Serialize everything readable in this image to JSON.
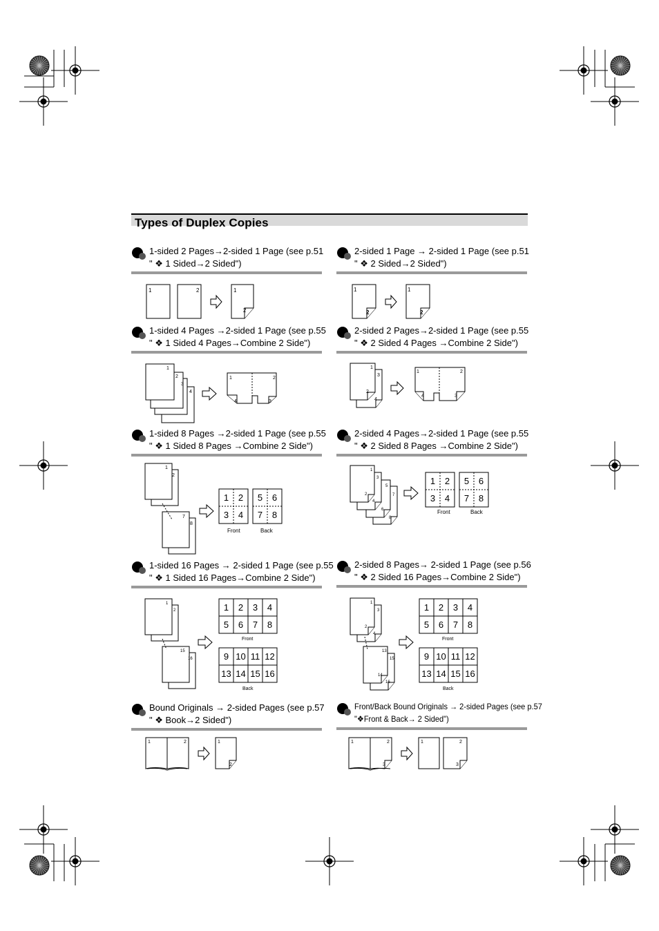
{
  "page": {
    "title": "Types of Duplex Copies"
  },
  "sections": [
    {
      "id": "s1",
      "line1": "1-sided 2 Pages→2-sided 1 Page (see p.51",
      "line2": "\" ❖ 1 Sided→2 Sided\")"
    },
    {
      "id": "s2",
      "line1": "2-sided 1 Page → 2-sided 1 Page (see p.51",
      "line2": "\" ❖ 2 Sided→2 Sided\")"
    },
    {
      "id": "s3",
      "line1": "1-sided 4 Pages →2-sided 1 Page (see p.55",
      "line2": "\" ❖ 1 Sided 4 Pages→Combine 2 Side\")"
    },
    {
      "id": "s4",
      "line1": "2-sided 2 Pages→2-sided 1 Page (see p.55",
      "line2": "\" ❖ 2 Sided 4 Pages →Combine 2 Side\")"
    },
    {
      "id": "s5",
      "line1": "1-sided 8 Pages →2-sided 1 Page (see p.55",
      "line2": "\" ❖ 1 Sided 8 Pages →Combine 2 Side\")"
    },
    {
      "id": "s6",
      "line1": "2-sided 4 Pages→2-sided 1 Page (see p.55",
      "line2": "\" ❖ 2 Sided 8 Pages →Combine 2 Side\")"
    },
    {
      "id": "s7",
      "line1": "1-sided 16 Pages → 2-sided 1 Page (see p.55",
      "line2": "\" ❖ 1 Sided 16 Pages→Combine 2 Side\")"
    },
    {
      "id": "s8",
      "line1": "2-sided 8 Pages→ 2-sided 1 Page (see p.56",
      "line2": "\" ❖ 2 Sided 16 Pages→Combine 2 Side\")"
    },
    {
      "id": "s9",
      "line1": "Bound Originals  → 2-sided Pages (see p.57",
      "line2": "\" ❖ Book→2 Sided\")"
    },
    {
      "id": "s10",
      "line1": "Front/Back Bound Originals → 2-sided Pages (see p.57",
      "line2": "\"❖Front & Back→ 2 Sided\")"
    }
  ],
  "labels": {
    "front": "Front",
    "back": "Back"
  },
  "grids": {
    "eight_front": [
      "1",
      "2",
      "3",
      "4"
    ],
    "eight_back": [
      "5",
      "6",
      "7",
      "8"
    ],
    "sixteen_front": [
      "1",
      "2",
      "3",
      "4",
      "5",
      "6",
      "7",
      "8"
    ],
    "sixteen_back": [
      "9",
      "10",
      "11",
      "12",
      "13",
      "14",
      "15",
      "16"
    ]
  },
  "page_numbers": {
    "n1": "1",
    "n2": "2",
    "n3": "3",
    "n4": "4",
    "n5": "5",
    "n6": "6",
    "n7": "7",
    "n8": "8",
    "n13": "13",
    "n14": "14",
    "n15": "15",
    "n16": "16"
  },
  "icons": {
    "bullet": "double-circle-bullet-icon",
    "arrow": "outline-right-arrow-icon",
    "registration": "crosshair-registration-icon",
    "color_wheel": "radial-color-wheel-icon"
  }
}
